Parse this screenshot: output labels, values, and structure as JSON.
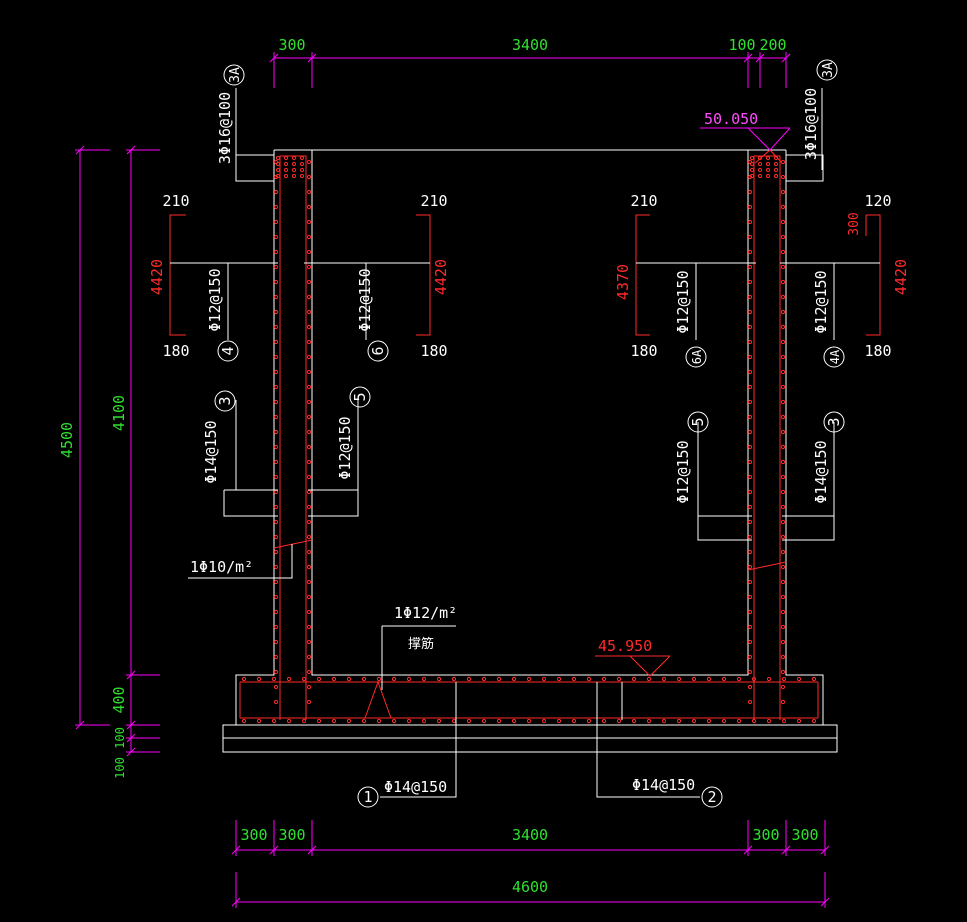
{
  "colors": {
    "background": "#000000",
    "outline": "#ffffff",
    "rebar": "#ff2a2a",
    "dimension_line": "#ff00ff",
    "dimension_text": "#2fe02f",
    "elevation_text": "#ff4cff"
  },
  "dimensions": {
    "top": {
      "d1": "300",
      "d2": "3400",
      "d3": "100",
      "d4": "200"
    },
    "bottom": {
      "d1": "300",
      "d2": "300",
      "d3": "3400",
      "d4": "300",
      "d5": "300",
      "total": "4600"
    },
    "left": {
      "total": "4500",
      "wall": "4100",
      "slab": "400",
      "cushion1": "100",
      "cushion2": "100"
    }
  },
  "elevations": {
    "top": "50.050",
    "bottom": "45.950"
  },
  "rebar_labels": {
    "top_left": {
      "mark": "3A",
      "spec": "3Φ16@100"
    },
    "top_right": {
      "mark": "3A",
      "spec": "3Φ16@100"
    },
    "left_outer": {
      "mark": "4",
      "spec": "Φ12@150",
      "top_len": "210",
      "mid_len": "4420",
      "bot_len": "180"
    },
    "left_inner": {
      "mark": "6",
      "spec": "Φ12@150",
      "top_len": "210",
      "mid_len": "4420",
      "bot_len": "180"
    },
    "right_inner": {
      "mark": "6A",
      "spec": "Φ12@150",
      "top_len": "210",
      "mid_len": "4370",
      "bot_len": "180"
    },
    "right_outer": {
      "mark": "4A",
      "spec": "Φ12@150",
      "top_len": "120",
      "hook_len": "300",
      "mid_len": "4420",
      "bot_len": "180"
    },
    "left_dowel_outer": {
      "mark": "3",
      "spec": "Φ14@150"
    },
    "left_dowel_inner": {
      "mark": "5",
      "spec": "Φ12@150"
    },
    "right_dowel_inner": {
      "mark": "5",
      "spec": "Φ12@150"
    },
    "right_dowel_outer": {
      "mark": "3",
      "spec": "Φ14@150"
    },
    "tie": {
      "spec": "1Φ10/m²"
    },
    "chair": {
      "spec": "1Φ12/m²",
      "note": "撑筋"
    },
    "slab_bottom": {
      "mark": "1",
      "spec": "Φ14@150"
    },
    "slab_top": {
      "mark": "2",
      "spec": "Φ14@150"
    }
  }
}
